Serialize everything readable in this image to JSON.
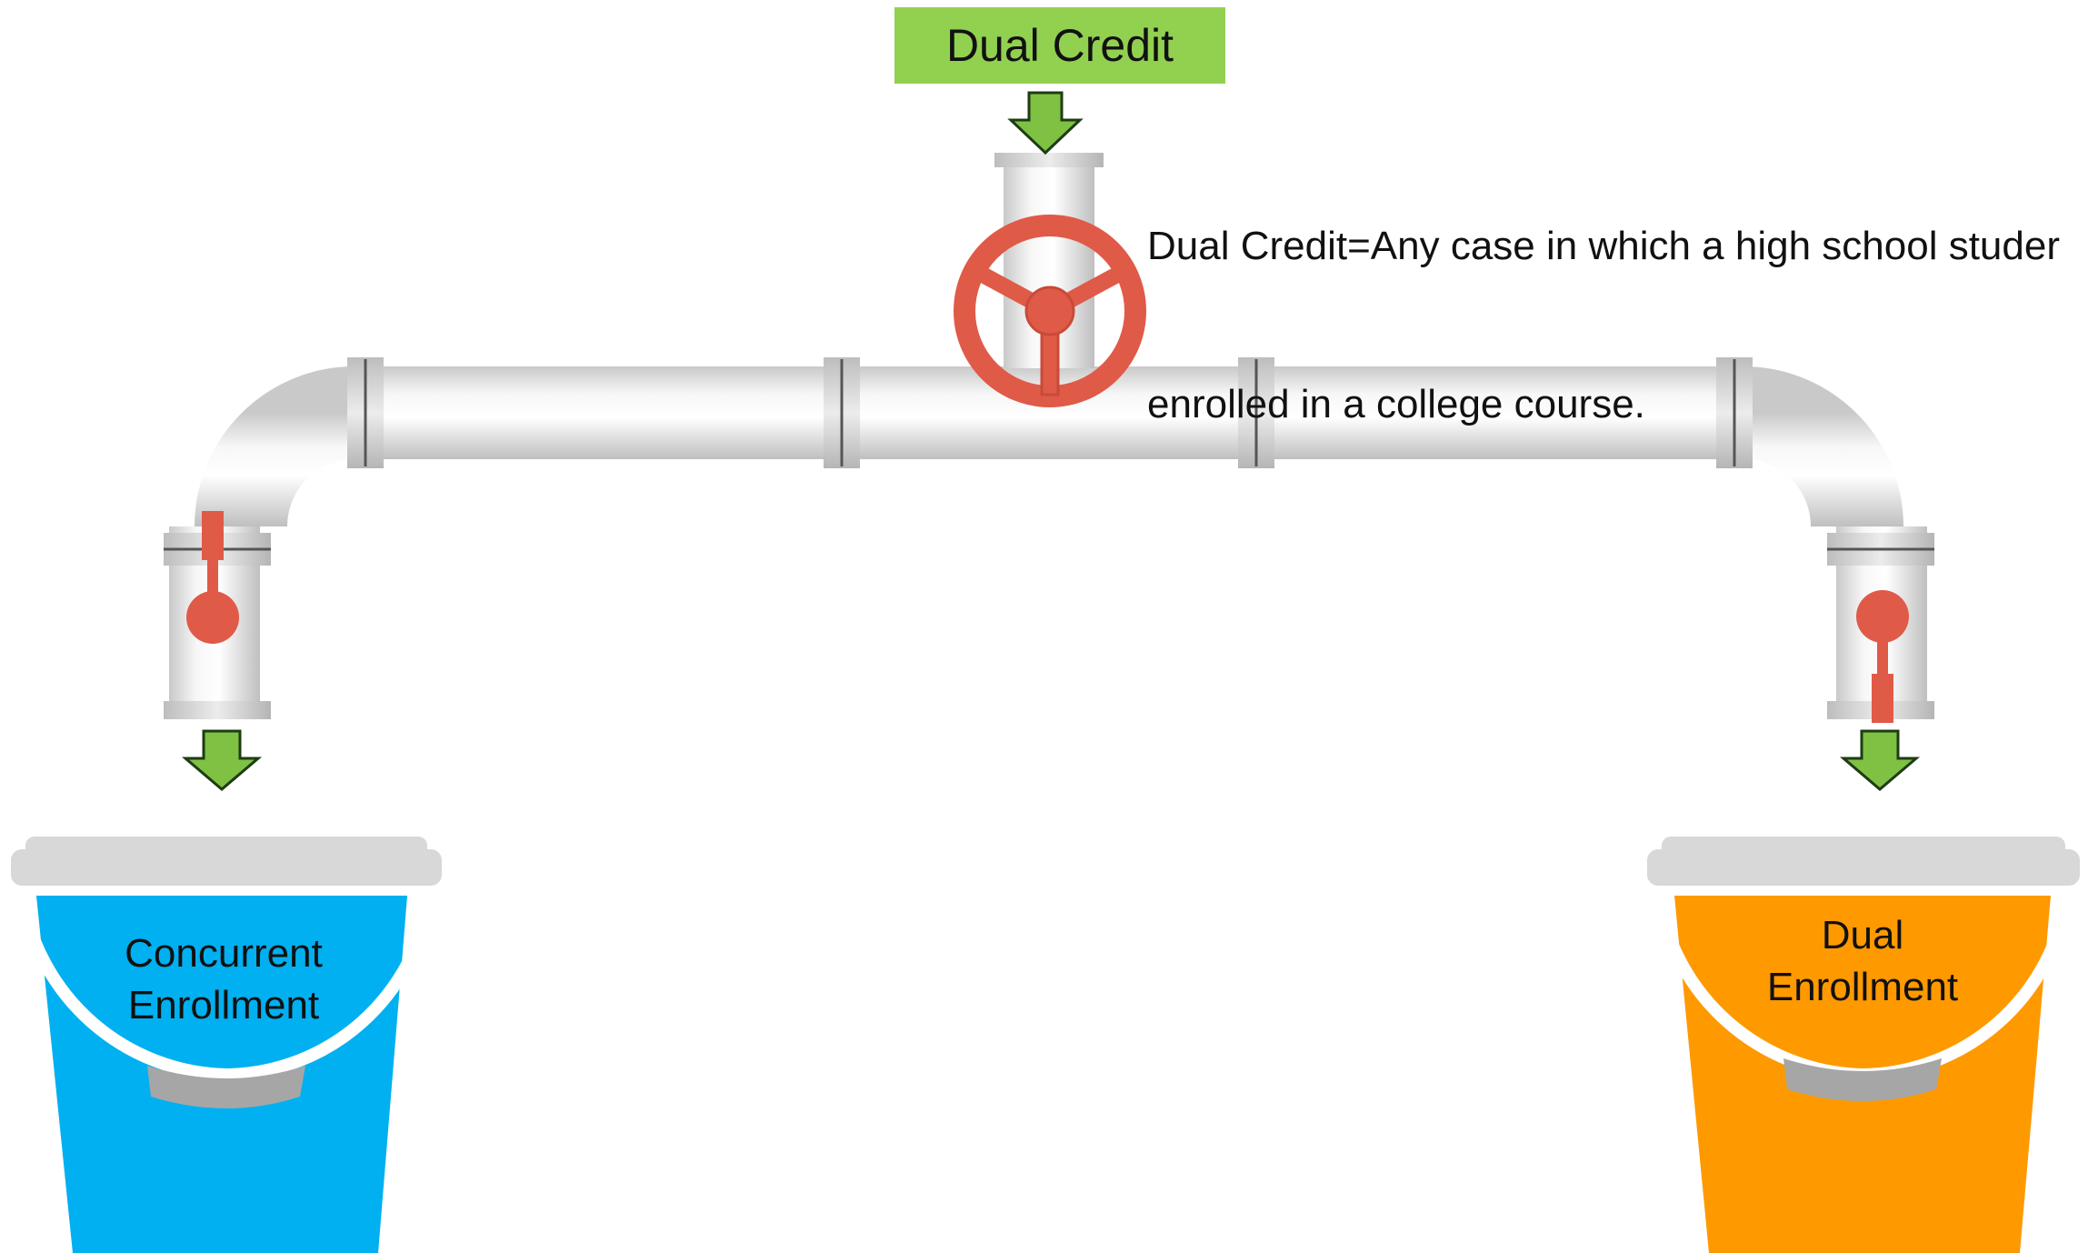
{
  "source": {
    "label": "Dual Credit",
    "color": "#92d050"
  },
  "definition": {
    "lines": [
      "Dual Credit=Any case in which a high school studer",
      "enrolled in a college course."
    ]
  },
  "buckets": [
    {
      "lines": [
        "Concurrent",
        "Enrollment"
      ],
      "color": "#00b0f0"
    },
    {
      "lines": [
        "Dual",
        "Enrollment"
      ],
      "color": "#ff9900"
    }
  ],
  "colors": {
    "pipe": "#e6e6e6",
    "valve": "#e05a48",
    "arrow": "#7fc142",
    "bucket_rim": "#d8d8d8",
    "handle_grip": "#a6a6a6"
  }
}
